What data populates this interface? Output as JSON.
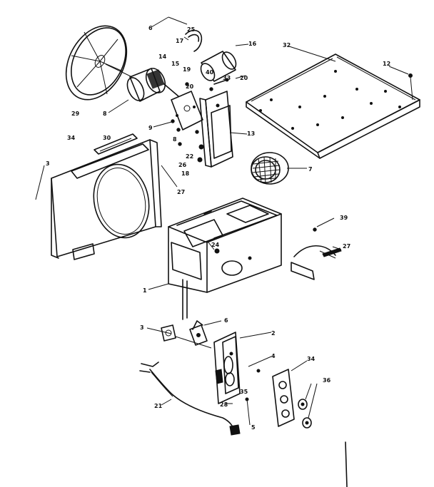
{
  "callouts": {
    "c_1": "1",
    "c_2": "2",
    "c_3": "3",
    "c_3b": "3",
    "c_4": "4",
    "c_5": "5",
    "c_6": "6",
    "c_6b": "6",
    "c_7": "7",
    "c_8": "8",
    "c_8b": "8",
    "c_9": "9",
    "c_12": "12",
    "c_13": "13",
    "c_14": "14",
    "c_15": "15",
    "c_16": "16",
    "c_17": "17",
    "c_18": "18",
    "c_19": "19",
    "c_20": "20",
    "c_20b": "20",
    "c_21": "21",
    "c_22": "22",
    "c_24": "24",
    "c_25": "25",
    "c_26": "26",
    "c_27": "27",
    "c_27b": "27",
    "c_28": "28",
    "c_29": "29",
    "c_30": "30",
    "c_32": "32",
    "c_33": "33",
    "c_34": "34",
    "c_34b": "34",
    "c_35": "35",
    "c_36": "36",
    "c_39": "39",
    "c_40": "40"
  }
}
